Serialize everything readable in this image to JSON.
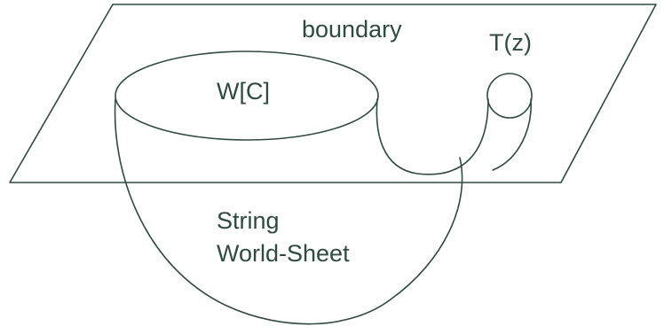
{
  "diagram": {
    "stroke_color": "#2f4a42",
    "labels": {
      "boundary": "boundary",
      "wilson_loop": "W[C]",
      "operator": "T(z)",
      "surface_line1": "String",
      "surface_line2": "World-Sheet"
    }
  }
}
